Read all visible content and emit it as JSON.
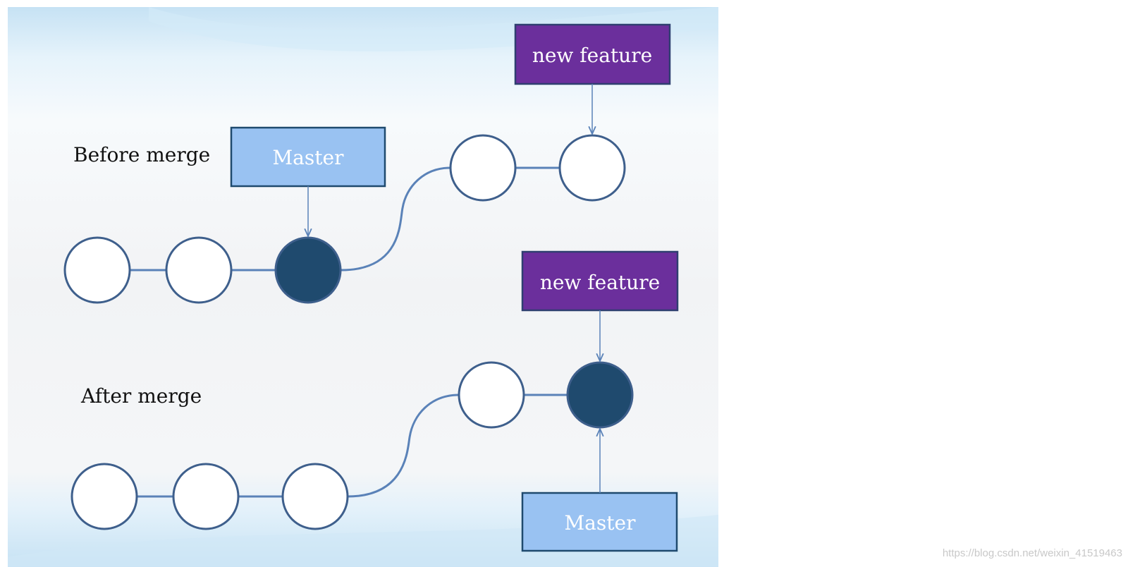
{
  "diagram": {
    "before": {
      "section_label": "Before merge",
      "master_label": "Master",
      "feature_label": "new feature"
    },
    "after": {
      "section_label": "After merge",
      "master_label": "Master",
      "feature_label": "new feature"
    }
  },
  "watermark": "https://blog.csdn.net/weixin_41519463",
  "colors": {
    "master_fill": "#99c2f2",
    "feature_fill": "#6b2f9c",
    "commit_filled": "#1f4a6e",
    "commit_stroke": "#3e5f8c",
    "edge": "#5a82b8"
  }
}
